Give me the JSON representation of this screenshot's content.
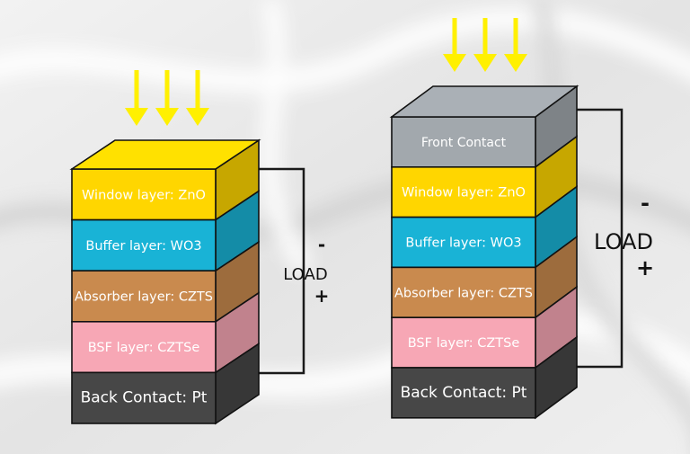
{
  "colors": {
    "window": "#ffd600",
    "buffer": "#19b3d6",
    "absorber": "#c98a4e",
    "bsf": "#f7a7b5",
    "back_contact": "#474747",
    "front_contact": "#a2a8ad",
    "arrow": "#fff000",
    "wire": "#1a1a1a",
    "outline": "#111111"
  },
  "left_stack": {
    "layers": [
      {
        "id": "window",
        "label": "Window layer: ZnO",
        "color_key": "window",
        "text_color": "#ffffff"
      },
      {
        "id": "buffer",
        "label": "Buffer layer: WO3",
        "color_key": "buffer",
        "text_color": "#ffffff"
      },
      {
        "id": "absorber",
        "label": "Absorber layer: CZTS",
        "color_key": "absorber",
        "text_color": "#ffffff"
      },
      {
        "id": "bsf",
        "label": "BSF layer: CZTSe",
        "color_key": "bsf",
        "text_color": "#ffffff"
      },
      {
        "id": "back-contact",
        "label": "Back Contact: Pt",
        "color_key": "back_contact",
        "text_color": "#ffffff"
      }
    ],
    "load": {
      "label": "LOAD",
      "minus": "-",
      "plus": "+"
    }
  },
  "right_stack": {
    "layers": [
      {
        "id": "front-contact",
        "label": "Front Contact",
        "color_key": "front_contact",
        "text_color": "#ffffff"
      },
      {
        "id": "window",
        "label": "Window layer: ZnO",
        "color_key": "window",
        "text_color": "#ffffff"
      },
      {
        "id": "buffer",
        "label": "Buffer layer: WO3",
        "color_key": "buffer",
        "text_color": "#ffffff"
      },
      {
        "id": "absorber",
        "label": "Absorber layer: CZTS",
        "color_key": "absorber",
        "text_color": "#ffffff"
      },
      {
        "id": "bsf",
        "label": "BSF layer: CZTSe",
        "color_key": "bsf",
        "text_color": "#ffffff"
      },
      {
        "id": "back-contact",
        "label": "Back Contact: Pt",
        "color_key": "back_contact",
        "text_color": "#ffffff"
      }
    ],
    "load": {
      "label": "LOAD",
      "minus": "-",
      "plus": "+"
    }
  },
  "incident_light_icon": "down-arrow-icon"
}
